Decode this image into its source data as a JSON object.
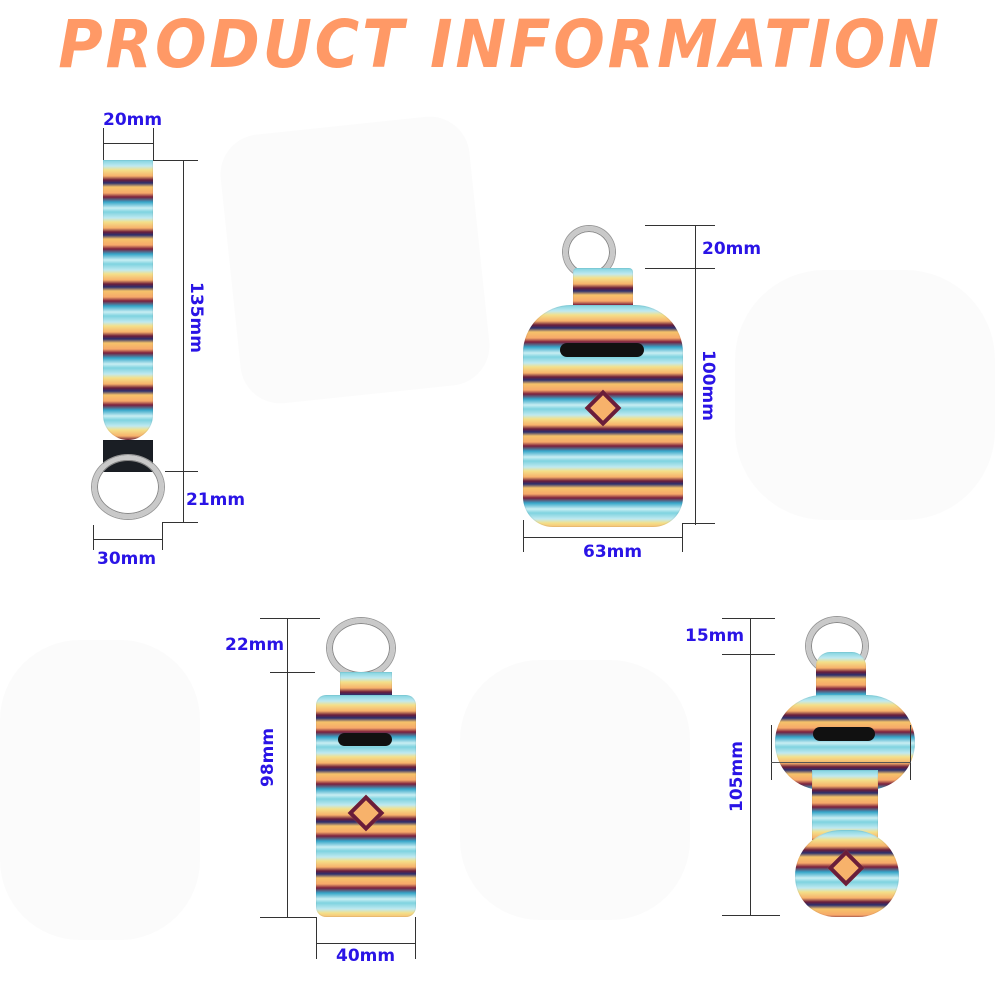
{
  "title": "PRODUCT  INFORMATION",
  "colors": {
    "title": "#ff9966",
    "dimension_label": "#2a14e6",
    "dimension_line": "#333333"
  },
  "products": [
    {
      "name": "wristlet-strap",
      "dimensions": {
        "width": "20mm",
        "length": "135mm",
        "ring_height": "21mm",
        "ring_width": "30mm"
      }
    },
    {
      "name": "hand-sanitizer-holder",
      "dimensions": {
        "tab_height": "20mm",
        "body_height": "100mm",
        "width": "63mm"
      }
    },
    {
      "name": "chapstick-holder-rectangular",
      "dimensions": {
        "tab_height": "22mm",
        "body_height": "98mm",
        "width": "40mm"
      }
    },
    {
      "name": "chapstick-holder-curved",
      "dimensions": {
        "tab_height": "15mm",
        "body_height": "105mm"
      }
    }
  ]
}
